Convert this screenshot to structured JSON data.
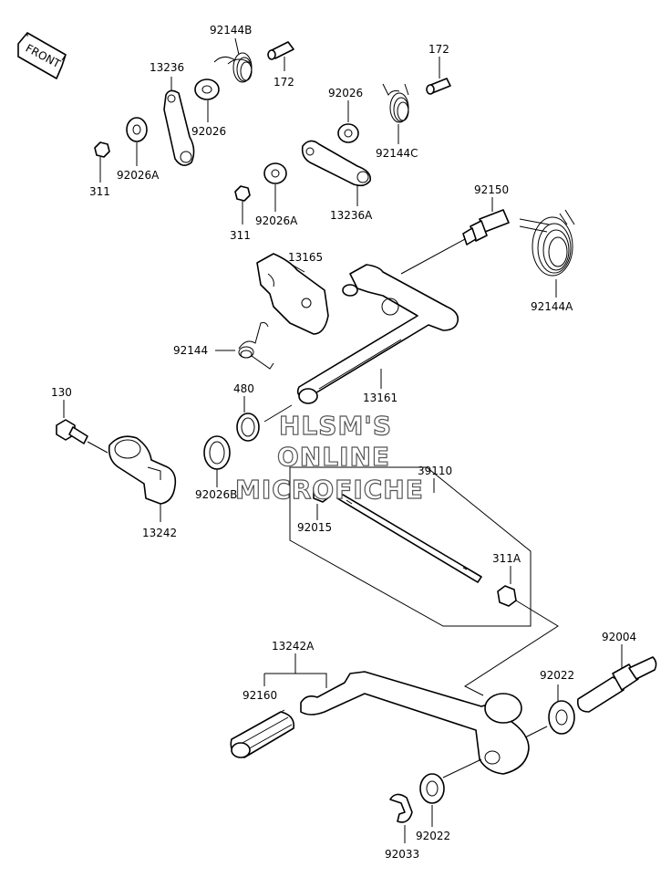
{
  "front_label": "FRONT",
  "watermark": [
    "HLSM'S",
    "ONLINE",
    "MICROFICHE"
  ],
  "parts": {
    "p92144B": "92144B",
    "p172a": "172",
    "p172b": "172",
    "p13236": "13236",
    "p92026a": "92026",
    "p92026b": "92026",
    "p92144C": "92144C",
    "p311a": "311",
    "p92026Aa": "92026A",
    "p311b": "311",
    "p92026Ab": "92026A",
    "p13236A": "13236A",
    "p92150": "92150",
    "p13165": "13165",
    "p92144A": "92144A",
    "p92144": "92144",
    "p480": "480",
    "p13161": "13161",
    "p130": "130",
    "p92026B": "92026B",
    "p13242": "13242",
    "p39110": "39110",
    "p92015": "92015",
    "p311A": "311A",
    "p13242A": "13242A",
    "p92160": "92160",
    "p92022a": "92022",
    "p92004": "92004",
    "p92022b": "92022",
    "p92033": "92033"
  }
}
